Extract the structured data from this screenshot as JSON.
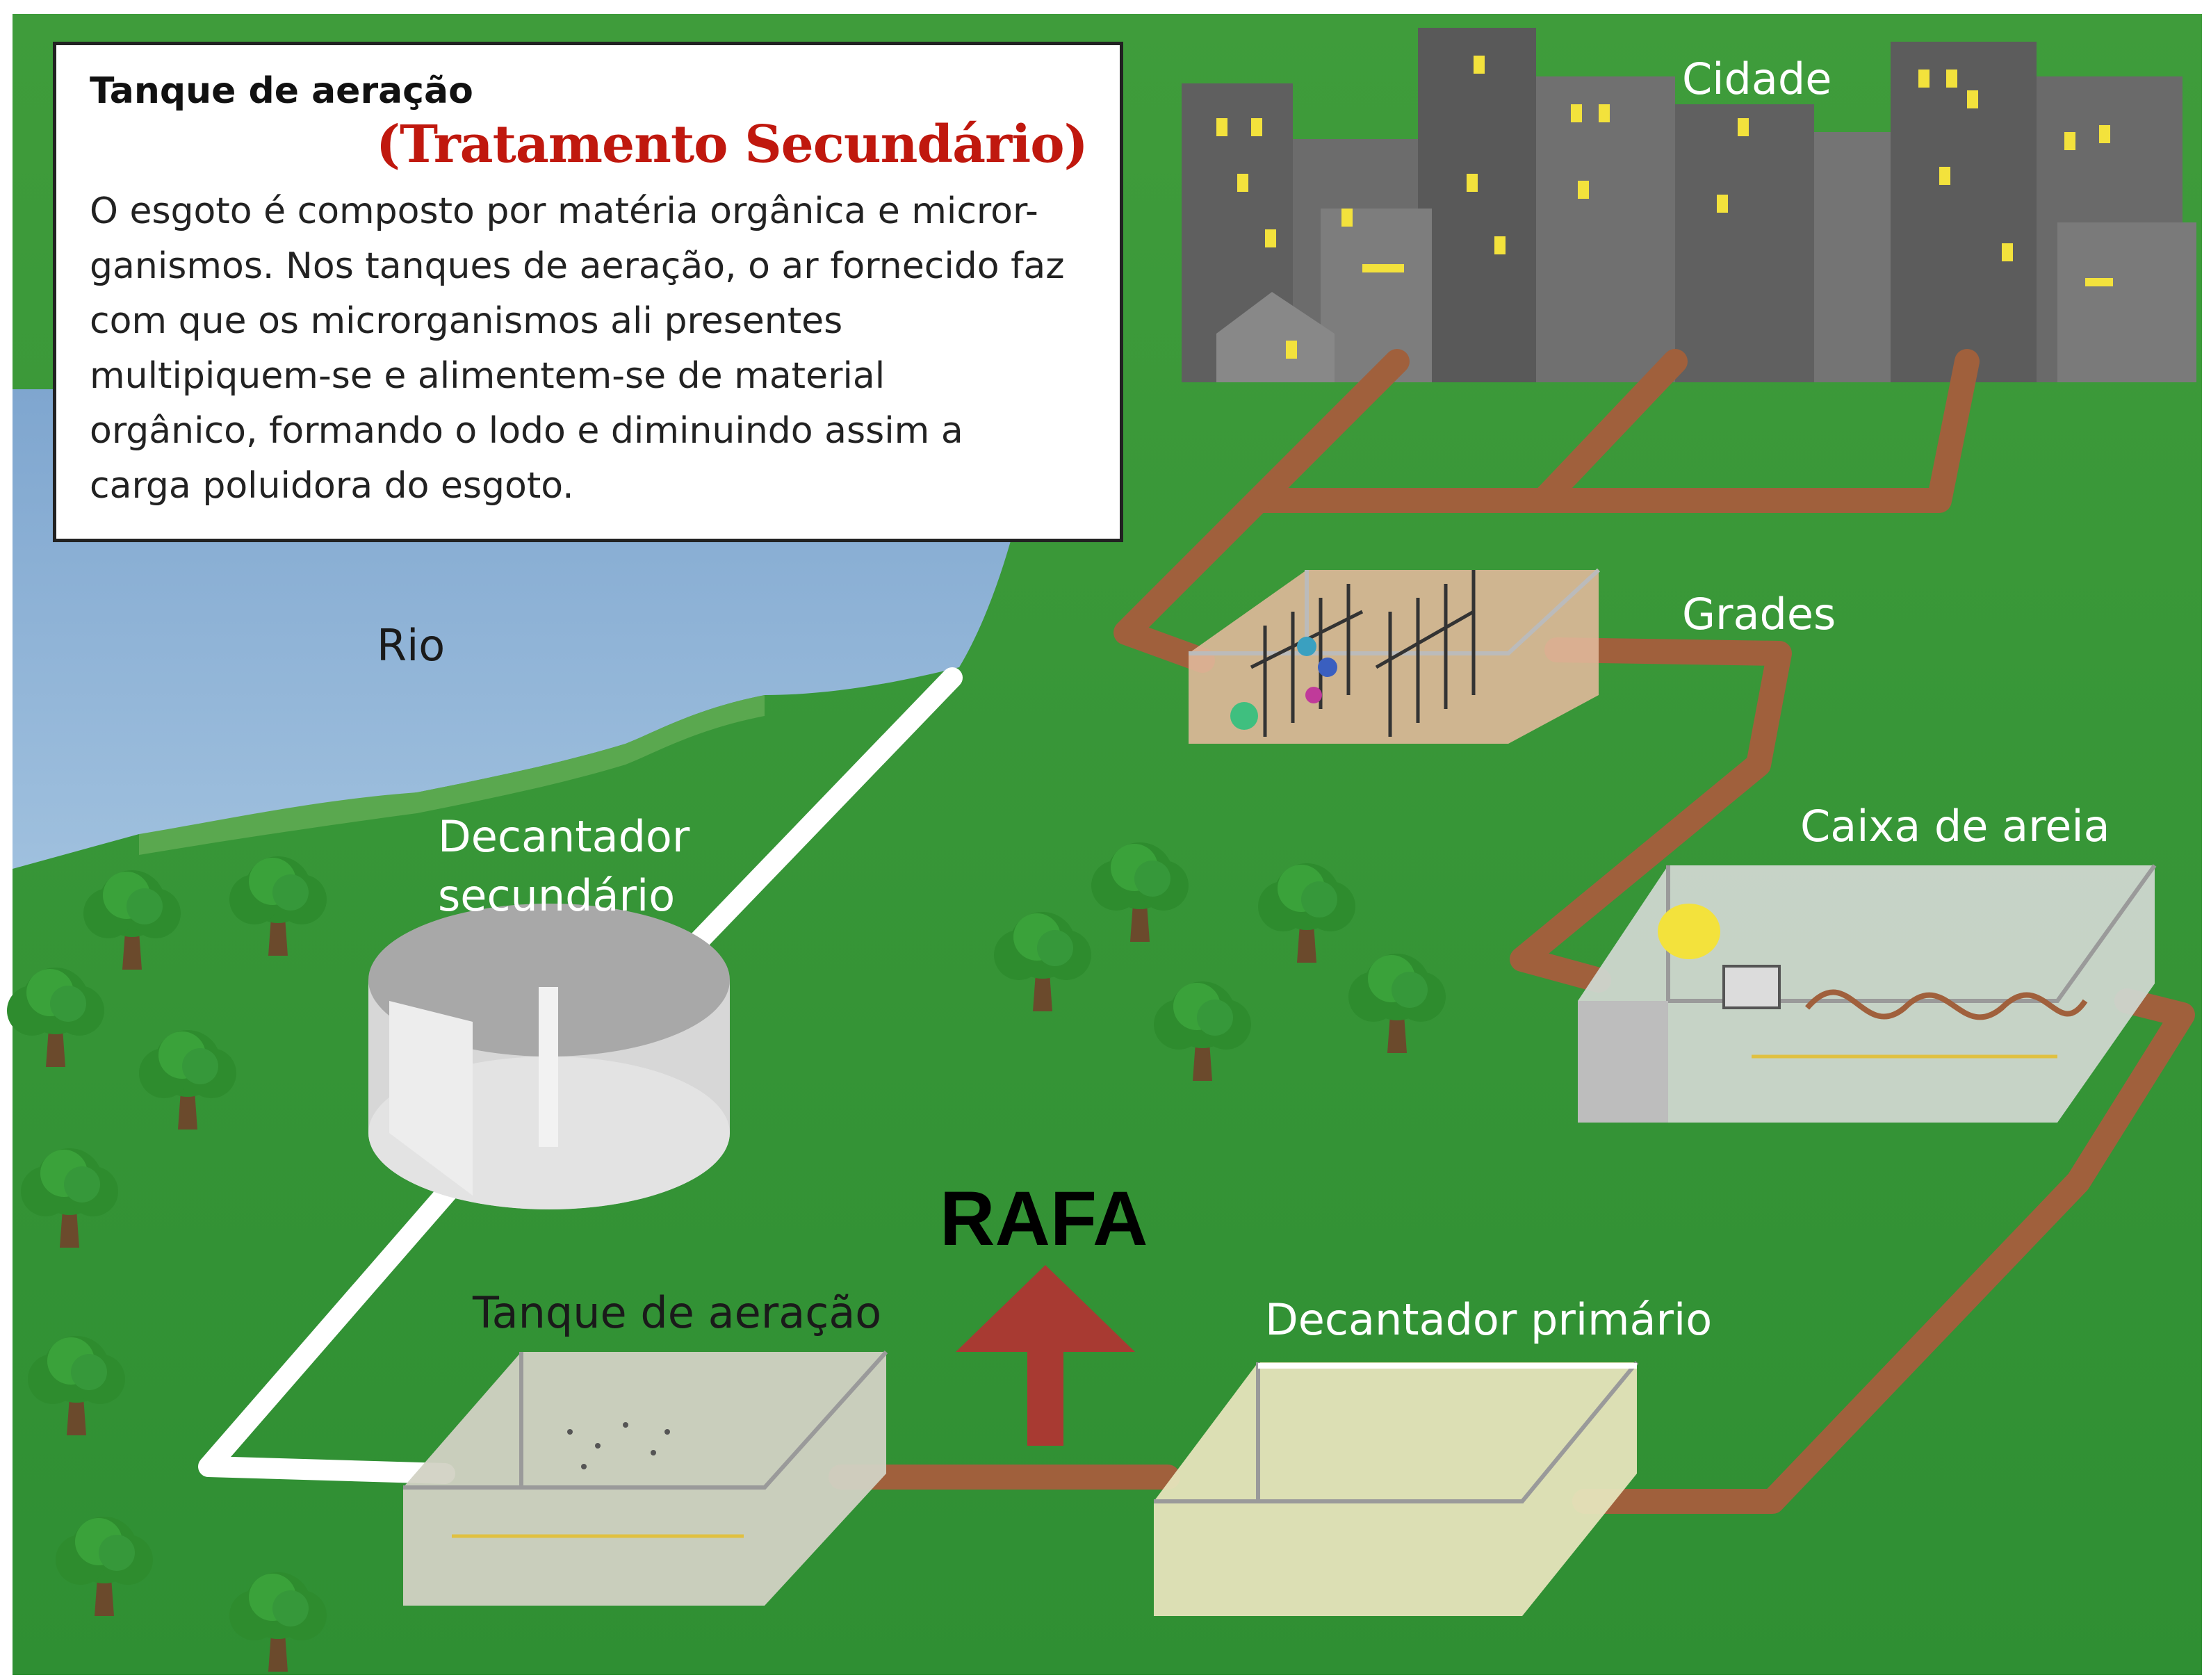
{
  "info": {
    "title": "Tanque de aeração",
    "subtitle": "(Tratamento Secundário)",
    "body": "O esgoto é composto por matéria orgânica e micror-\nganismos. Nos tanques de aeração, o ar fornecido faz\ncom que os microrganismos ali presentes\nmultipiquem-se e alimentem-se de material\norgânico, formando o lodo e diminuindo assim a\ncarga poluidora do esgoto."
  },
  "labels": {
    "city": "Cidade",
    "river": "Rio",
    "grates": "Grades",
    "sand_box": "Caixa de areia",
    "secondary_settler_1": "Decantador",
    "secondary_settler_2": "secundário",
    "aeration_tank": "Tanque de aeração",
    "primary_settler": "Decantador primário"
  },
  "annotation": {
    "text": "RAFA",
    "arrow_color": "#a83a32"
  },
  "colors": {
    "grass": "#3e9e3a",
    "river": "#8fb3d6",
    "city": "#6a6a6a",
    "window": "#f3e23c",
    "sewer_pipe": "#a0603c",
    "clean_pipe": "#ffffff"
  }
}
